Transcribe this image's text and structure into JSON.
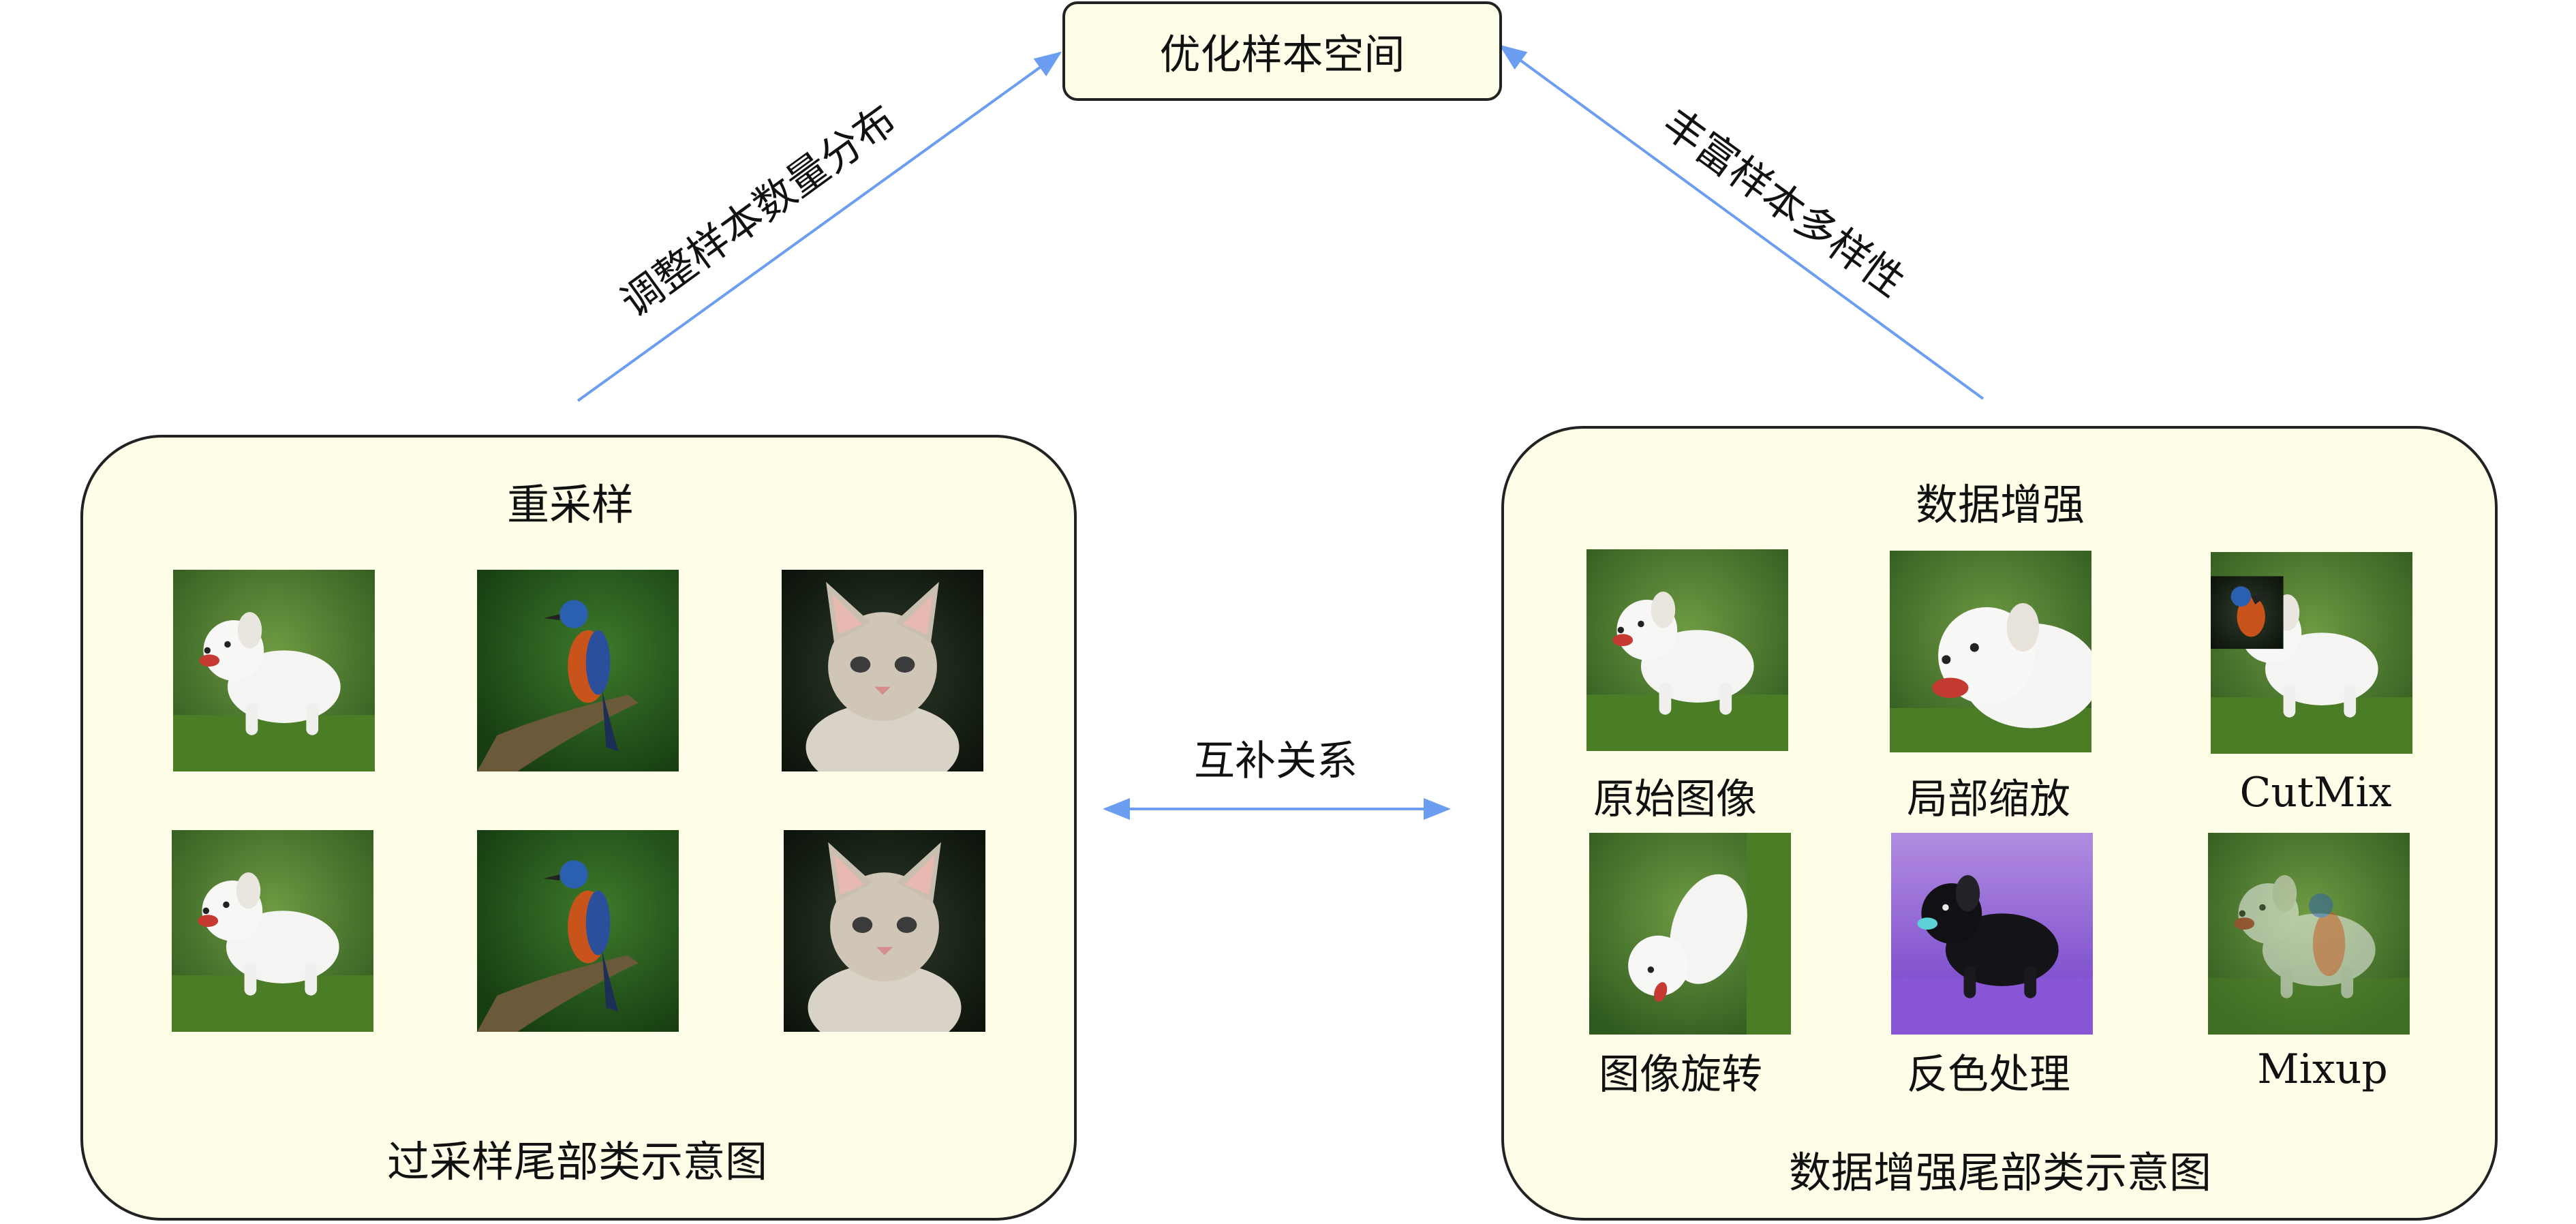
{
  "top": {
    "title": "优化样本空间"
  },
  "arrows": {
    "left_label": "调整样本数量分布",
    "right_label": "丰富样本多样性",
    "middle_label": "互补关系"
  },
  "left_panel": {
    "title": "重采样",
    "caption": "过采样尾部类示意图",
    "images": [
      "puppy-thumb",
      "bird-thumb",
      "kitten-thumb",
      "puppy-thumb",
      "bird-thumb",
      "kitten-thumb"
    ]
  },
  "right_panel": {
    "title": "数据增强",
    "caption": "数据增强尾部类示意图",
    "items": [
      {
        "label": "原始图像",
        "image": "puppy-original"
      },
      {
        "label": "局部缩放",
        "image": "puppy-zoom"
      },
      {
        "label": "CutMix",
        "image": "puppy-cutmix"
      },
      {
        "label": "图像旋转",
        "image": "puppy-rotate"
      },
      {
        "label": "反色处理",
        "image": "puppy-invert"
      },
      {
        "label": "Mixup",
        "image": "puppy-mixup"
      }
    ]
  },
  "colors": {
    "arrow": "#6b9df0",
    "panel_fill": "#fdfde8",
    "border": "#222222"
  }
}
